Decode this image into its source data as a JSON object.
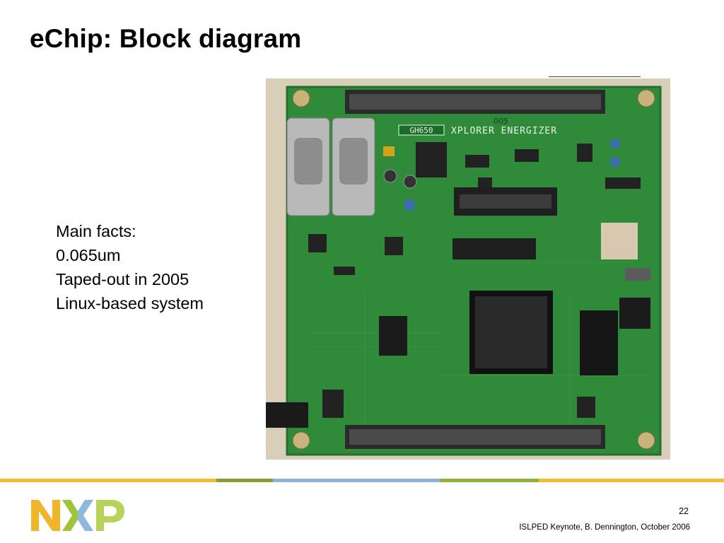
{
  "slide": {
    "title": "eChip: Block diagram",
    "facts": [
      "Main facts:",
      "0.065um",
      "Taped-out in 2005",
      "Linux-based system"
    ],
    "page_number": "22",
    "footer": "ISLPED Keynote, B. Dennington, October 2006"
  },
  "board": {
    "silkscreen_label": "XPLORER ENERGIZER",
    "part_label": "GH650",
    "handwritten_note": "005"
  },
  "logo": {
    "name": "NXP",
    "letters": [
      "N",
      "X",
      "P"
    ],
    "colors": {
      "n": "#f0b62b",
      "x_left": "#9fc43c",
      "x_right": "#8fb8de",
      "p": "#b8d35a"
    }
  },
  "colors": {
    "stripe_yellow": "#f2be2e",
    "stripe_olive": "#8c9a3a",
    "stripe_blue": "#8db4d8",
    "stripe_green": "#8fb03a",
    "pcb_green": "#2f8a3a"
  }
}
